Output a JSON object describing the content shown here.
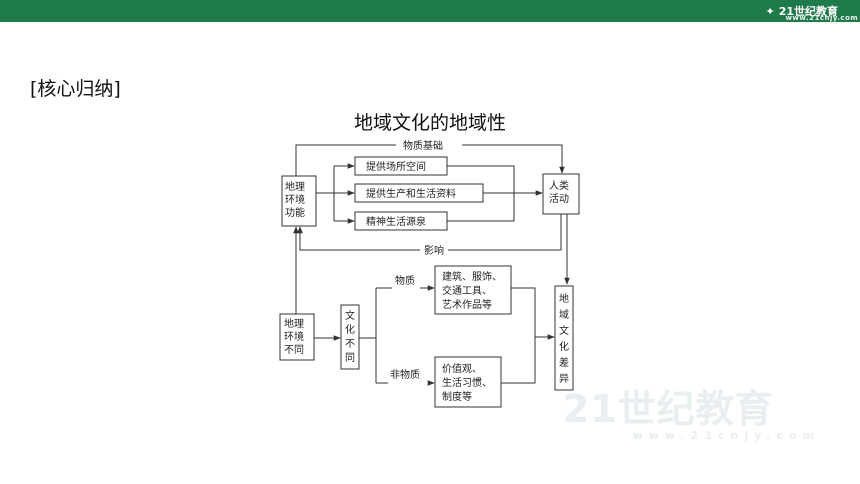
{
  "header": {
    "logo_text": "21世纪教育",
    "logo_sub": "www.21cnjy.com"
  },
  "section_title": "[核心归纳]",
  "diagram": {
    "title": "地域文化的地域性",
    "top": {
      "env_function": [
        "地理",
        "环境",
        "功能"
      ],
      "human_activity": [
        "人类",
        "活动"
      ],
      "provide_space": "提供场所空间",
      "provide_resources": "提供生产和生活资料",
      "spiritual_source": "精神生活源泉",
      "material_basis": "物质基础",
      "influence": "影响"
    },
    "bottom": {
      "env_diff": [
        "地理",
        "环境",
        "不同"
      ],
      "culture_diff": [
        "文",
        "化",
        "不",
        "同"
      ],
      "material_label": "物质",
      "nonmaterial_label": "非物质",
      "material_items": [
        "建筑、服饰、",
        "交通工具、",
        "艺术作品等"
      ],
      "nonmaterial_items": [
        "价值观、",
        "生活习惯、",
        "制度等"
      ],
      "regional_diff": [
        "地",
        "域",
        "文",
        "化",
        "差",
        "异"
      ]
    }
  },
  "watermark": {
    "text": "21世纪教育",
    "sub": "www.21cnjy.com"
  }
}
